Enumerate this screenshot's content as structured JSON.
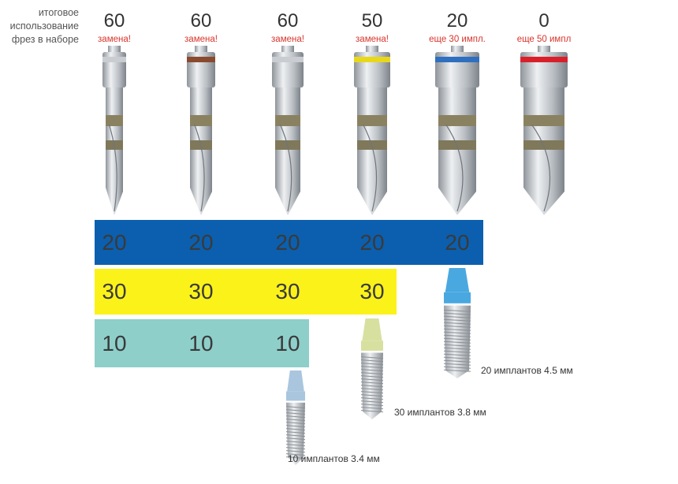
{
  "legend": [
    "итоговое",
    "использование",
    "фрез в наборе"
  ],
  "drills": [
    {
      "total": "60",
      "note": "замена!",
      "collar": "#c9ccd0"
    },
    {
      "total": "60",
      "note": "замена!",
      "collar": "#8a4a2e"
    },
    {
      "total": "60",
      "note": "замена!",
      "collar": "#c9ccd0"
    },
    {
      "total": "50",
      "note": "замена!",
      "collar": "#e8d81a"
    },
    {
      "total": "20",
      "note": "еще 30 импл.",
      "collar": "#2f6fc0"
    },
    {
      "total": "0",
      "note": "еще 50 импл",
      "collar": "#d9202a"
    }
  ],
  "bands": [
    {
      "color": "#0b5fae",
      "values": [
        "20",
        "20",
        "20",
        "20",
        "20"
      ]
    },
    {
      "color": "#fbf21a",
      "values": [
        "30",
        "30",
        "30",
        "30"
      ]
    },
    {
      "color": "#8ecfca",
      "values": [
        "10",
        "10",
        "10"
      ]
    }
  ],
  "implants": [
    {
      "label": "10 имплантов 3.4 мм",
      "abutment": "#a9c6de"
    },
    {
      "label": "30 имплантов 3.8 мм",
      "abutment": "#d8e0a0"
    },
    {
      "label": "20 имплантов 4.5 мм",
      "abutment": "#4aa8e0"
    }
  ]
}
